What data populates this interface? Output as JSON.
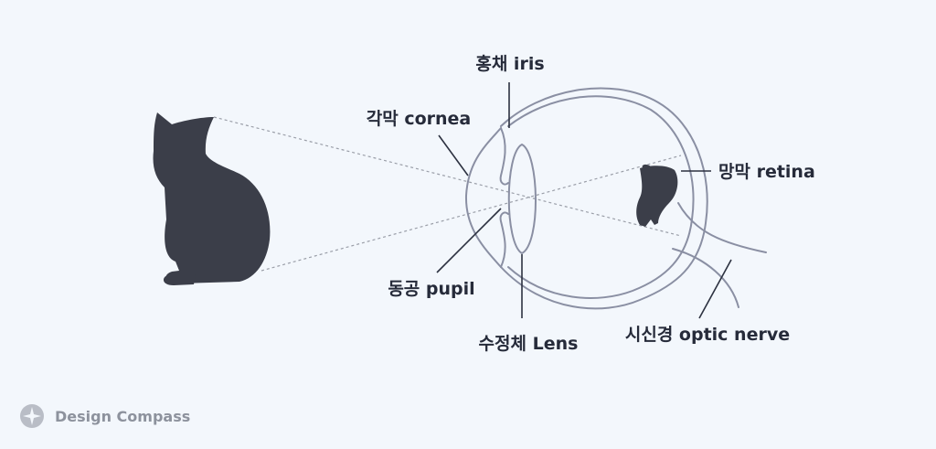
{
  "labels": {
    "iris": "홍채 iris",
    "cornea": "각막 cornea",
    "retina": "망막 retina",
    "pupil": "동공 pupil",
    "lens": "수정체 Lens",
    "optic_nerve": "시신경 optic nerve"
  },
  "brand": {
    "name": "Design Compass",
    "icon": "compass-star-icon"
  },
  "colors": {
    "background": "#f3f7fc",
    "outline": "#8a8fa3",
    "silhouette": "#3b3e49",
    "text": "#262b3a",
    "brand": "#8d929d"
  }
}
